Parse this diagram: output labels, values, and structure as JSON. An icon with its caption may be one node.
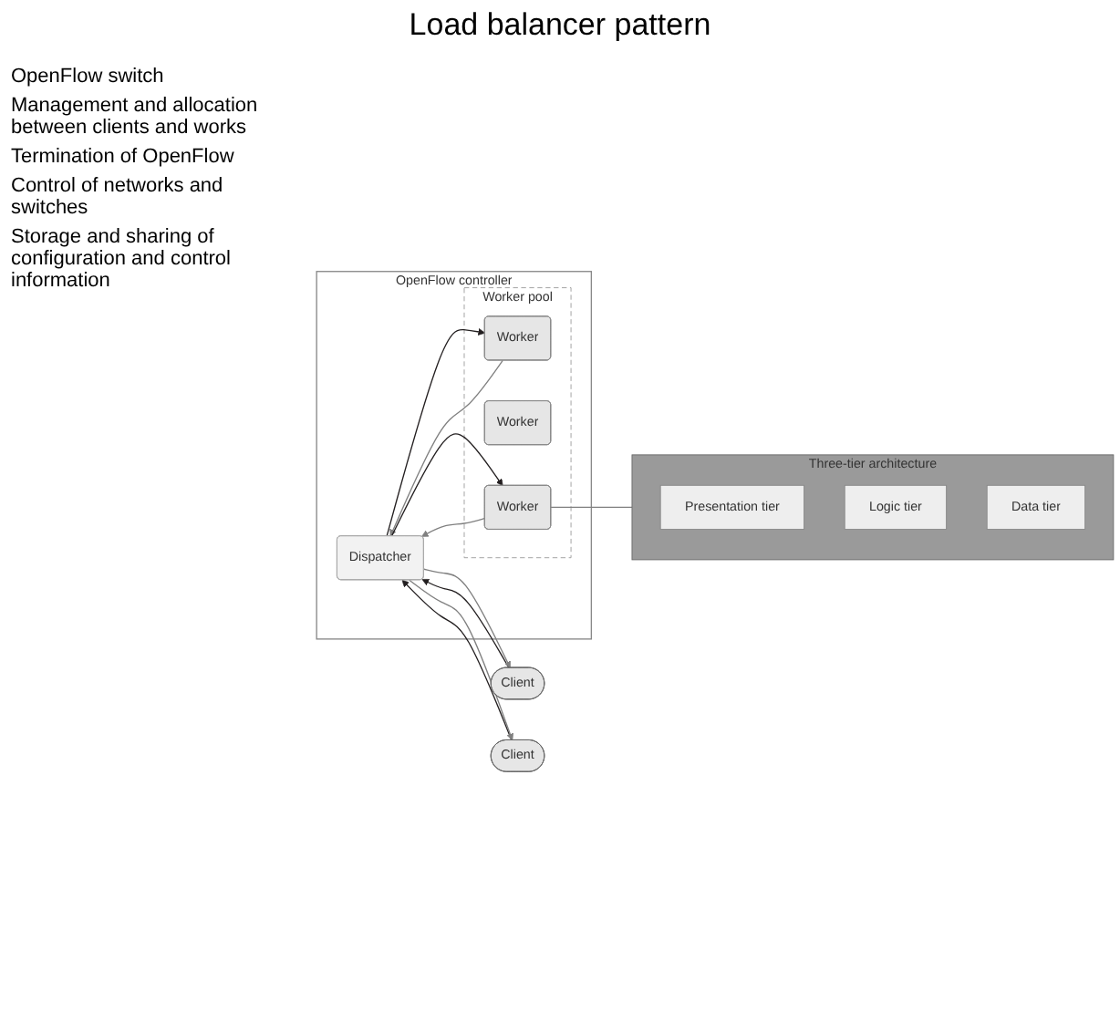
{
  "diagram": {
    "title": "Load balancer pattern",
    "nodes": [
      {
        "text": [
          "OpenFlow controller"
        ]
      },
      {
        "text": [
          "Dispatcher"
        ],
        "in": 0
      },
      {
        "text": [
          "Worker pool"
        ],
        "in": 0
      },
      {
        "text": [
          "Worker"
        ],
        "in": 2
      },
      {
        "text": [
          "Worker"
        ],
        "in": 2
      },
      {
        "text": [
          "Worker"
        ],
        "in": 2
      },
      {
        "text": [
          "Client"
        ]
      },
      {
        "text": [
          "Client"
        ]
      },
      {
        "text": [
          "Three-tier architecture"
        ]
      },
      {
        "text": [
          "Presentation tier"
        ],
        "in": 8
      },
      {
        "text": [
          "Logic tier"
        ],
        "in": 8
      },
      {
        "text": [
          "Data tier"
        ],
        "in": 8
      }
    ],
    "edges": [
      {
        "from": 6,
        "to": 1,
        "arrow": "to",
        "color": "#231f20"
      },
      {
        "from": 1,
        "to": 6,
        "arrow": "to"
      },
      {
        "from": 7,
        "to": 1,
        "arrow": "to",
        "color": "#231f20"
      },
      {
        "from": 1,
        "to": 7,
        "arrow": "to"
      },
      {
        "from": 1,
        "to": 3,
        "arrow": "to",
        "color": "#231f20"
      },
      {
        "from": 3,
        "to": 1,
        "arrow": "to"
      },
      {
        "from": 1,
        "to": 5,
        "arrow": "to",
        "color": "#231f20"
      },
      {
        "from": 5,
        "to": 1,
        "arrow": "to"
      },
      {
        "from": 5,
        "to": 8,
        "arrow": "none"
      }
    ],
    "labels": [
      "OpenFlow switch",
      "Management and allocation between clients and works",
      "Termination of OpenFlow",
      "Control of networks and switches",
      "Storage and sharing of configuration and control information"
    ]
  }
}
